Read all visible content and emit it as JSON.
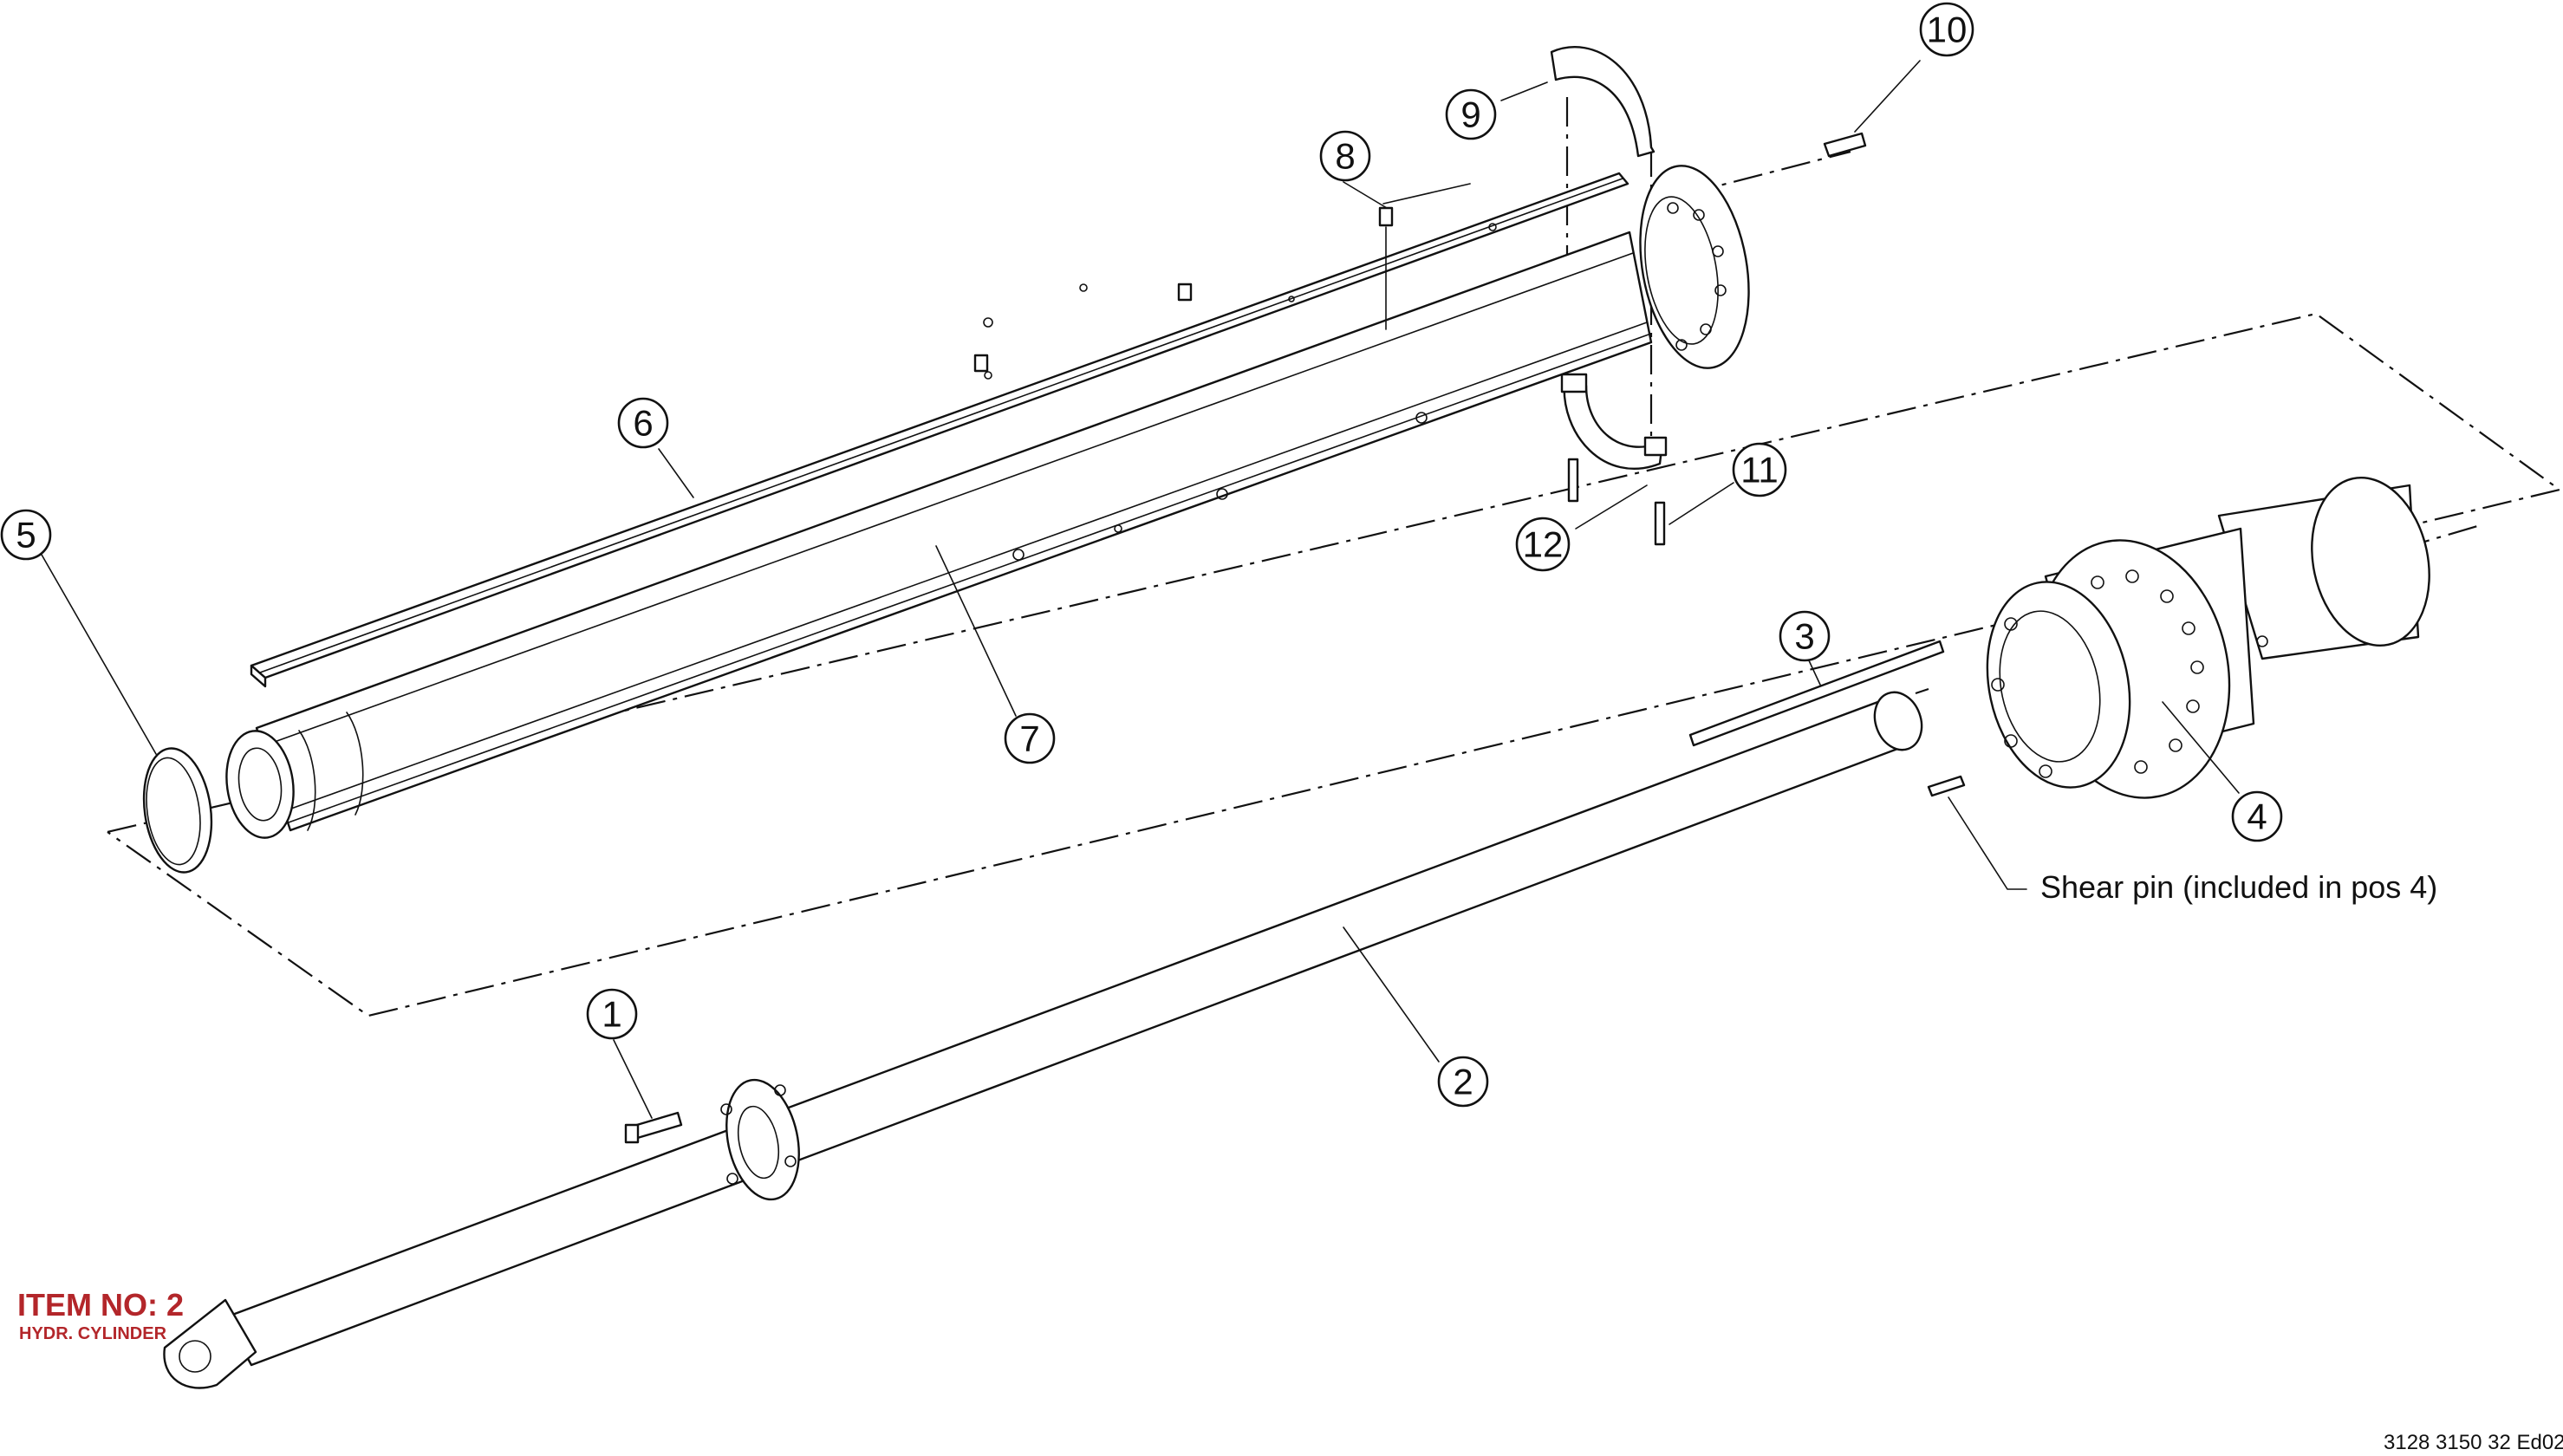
{
  "item": {
    "number_label": "ITEM NO: 2",
    "description": "HYDR. CYLINDER",
    "color": "#b3262a"
  },
  "drawing_number": "3128 3150 32 Ed02",
  "shear_pin_note": "Shear pin (included in pos 4)",
  "callouts": [
    {
      "num": "1"
    },
    {
      "num": "2"
    },
    {
      "num": "3"
    },
    {
      "num": "4"
    },
    {
      "num": "5"
    },
    {
      "num": "6"
    },
    {
      "num": "7"
    },
    {
      "num": "8"
    },
    {
      "num": "9"
    },
    {
      "num": "10"
    },
    {
      "num": "11"
    },
    {
      "num": "12"
    }
  ]
}
